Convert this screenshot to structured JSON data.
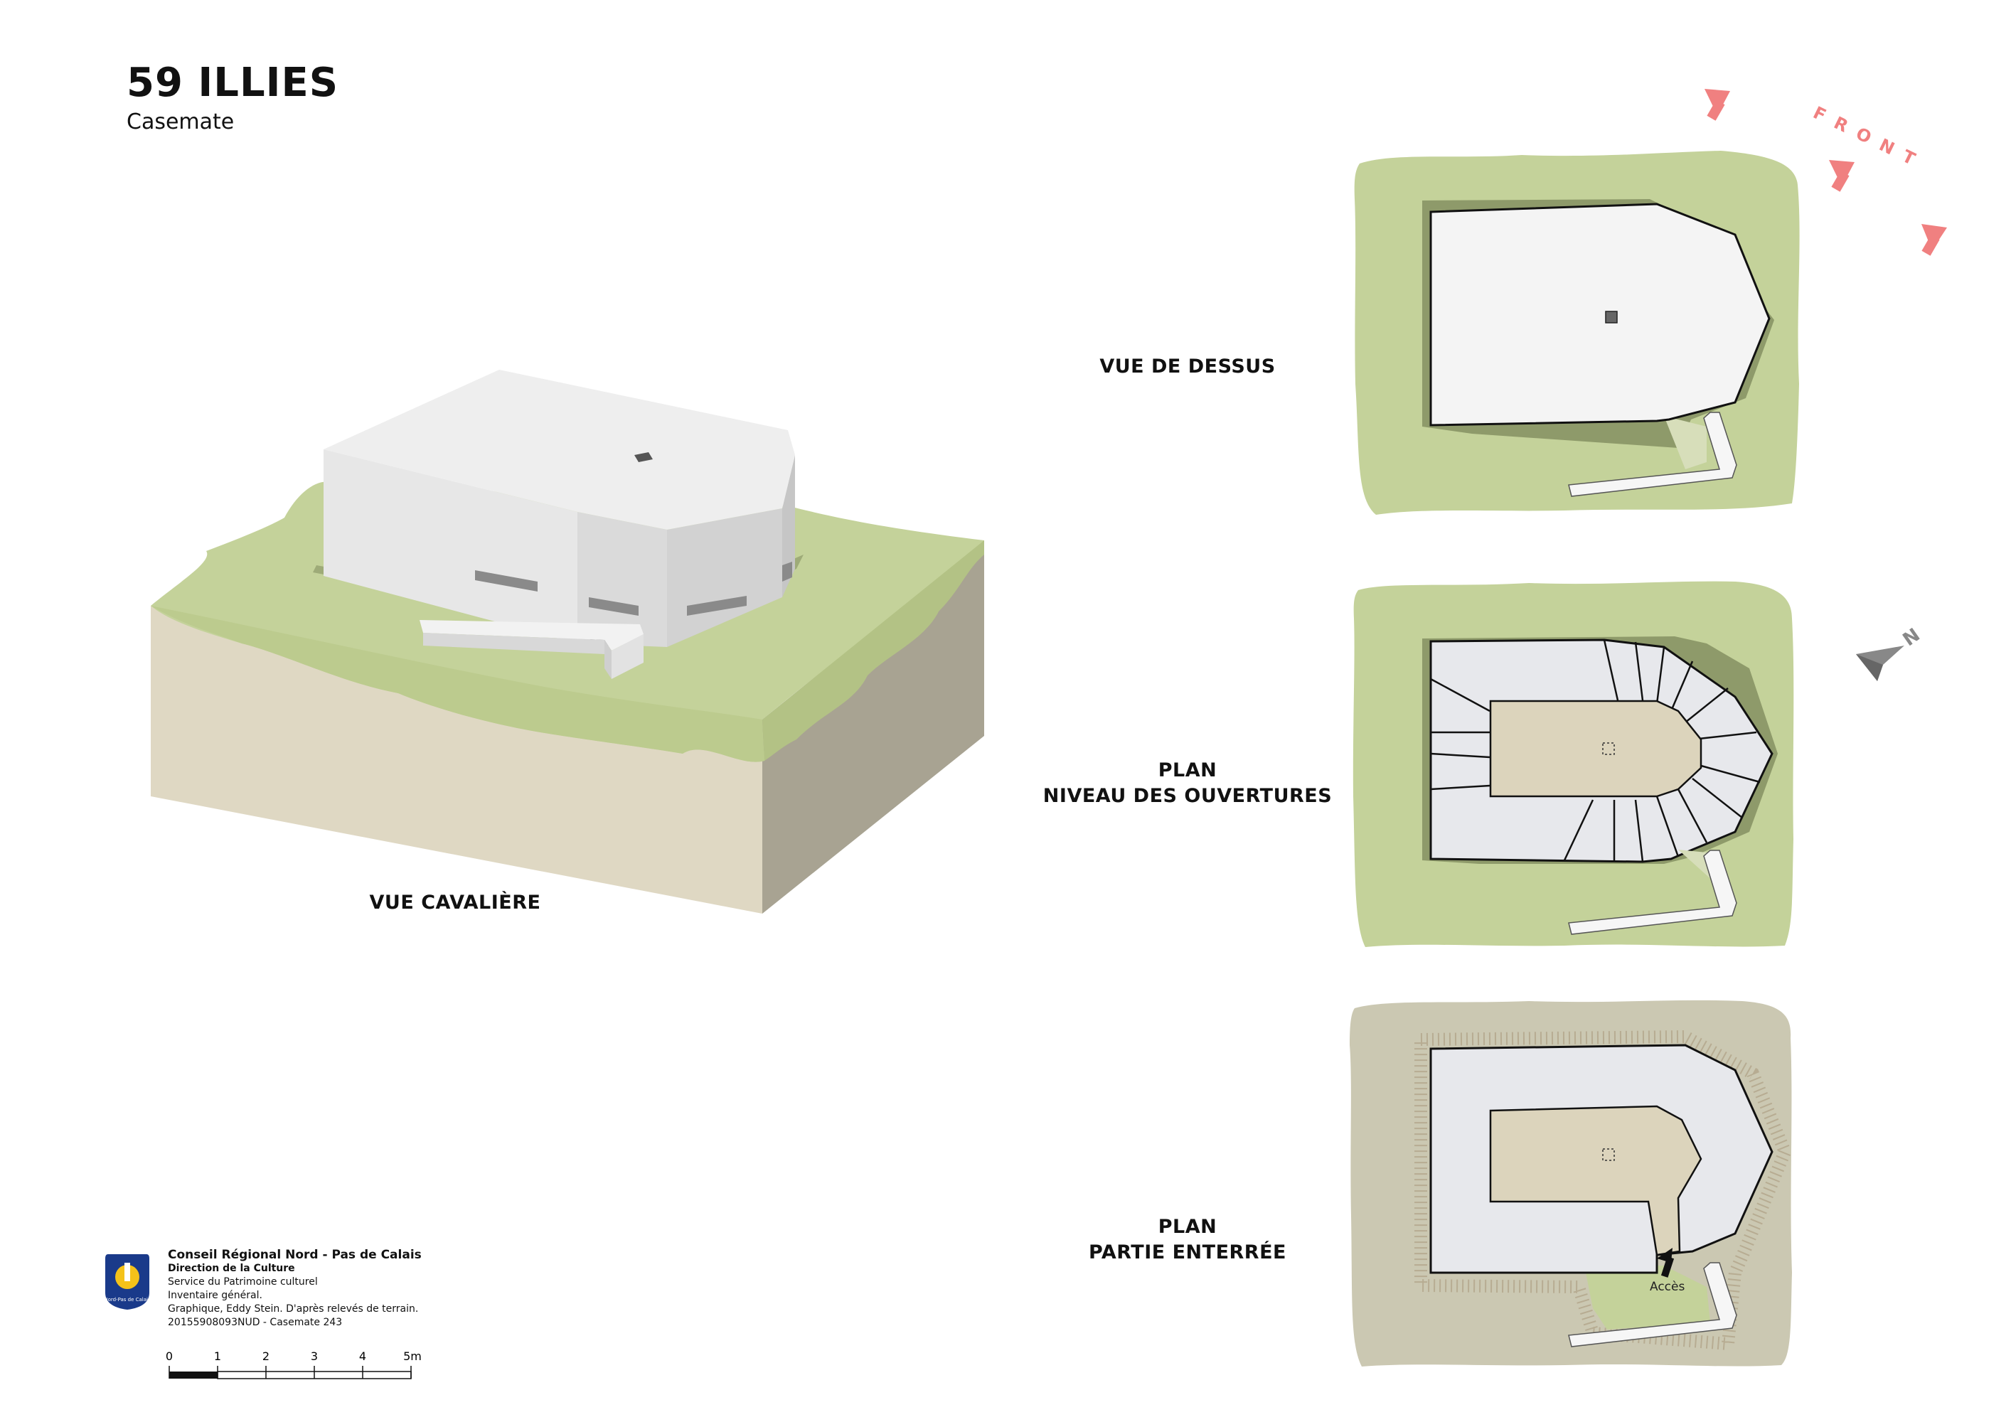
{
  "header": {
    "title": "59 ILLIES",
    "subtitle": "Casemate"
  },
  "views": {
    "cavaliere": "VUE CAVALIÈRE",
    "dessus": "VUE DE DESSUS",
    "plan_ouvertures": [
      "PLAN",
      "NIVEAU DES OUVERTURES"
    ],
    "plan_enterree": [
      "PLAN",
      "PARTIE ENTERRÉE"
    ]
  },
  "annotations": {
    "front": "FRONT",
    "north": "N",
    "access": "Accès"
  },
  "credits": {
    "line1": "Conseil Régional Nord - Pas de Calais",
    "line2": "Direction de la Culture",
    "line3": "Service du Patrimoine culturel",
    "line4": "Inventaire général.",
    "line5": "Graphique, Eddy Stein. D'après relevés de terrain.",
    "line6": "20155908093NUD - Casemate 243",
    "logo_text": "Nord-Pas de Calais"
  },
  "scale": {
    "ticks": [
      "0",
      "1",
      "2",
      "3",
      "4",
      "5m"
    ]
  },
  "colors": {
    "grass": "#c4d29a",
    "grass_shadow": "#8e9a6a",
    "concrete_top": "#f2f2f2",
    "concrete_side": "#dcdcdc",
    "soil_front": "#dfd8c3",
    "soil_side": "#a8a392",
    "interior": "#dcd4bc",
    "buried_ground": "#cbc8b2",
    "front_arrow": "#f08080",
    "logo_blue": "#1a3a8a"
  }
}
